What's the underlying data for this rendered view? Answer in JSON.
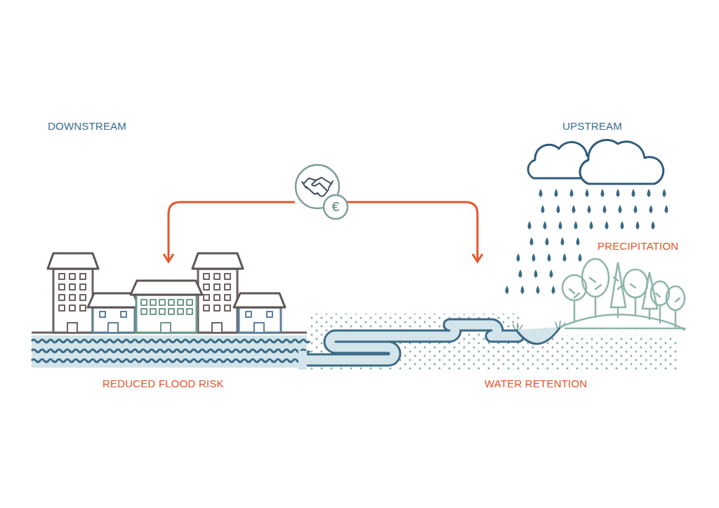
{
  "diagram": {
    "labels": [
      "DOWNSTREAM",
      "UPSTREAM",
      "€",
      "PRECIPITATION",
      "REDUCED FLOOD RISK",
      "WATER RETENTION"
    ]
  }
}
